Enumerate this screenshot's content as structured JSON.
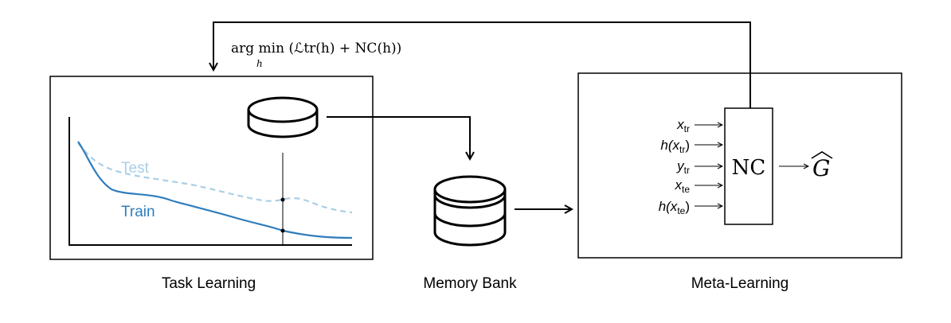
{
  "loop_label": "arg min (ℒtr(h) + NC(h))",
  "loop_label_sub": "h",
  "panels": {
    "task_learning": "Task Learning",
    "memory_bank": "Memory Bank",
    "meta_learning": "Meta-Learning"
  },
  "curves": {
    "test_label": "Test",
    "train_label": "Train",
    "test_color": "#a9cfe6",
    "train_color": "#2f7dbd"
  },
  "nc": {
    "label": "NC",
    "inputs": [
      "x",
      "h(x",
      "y",
      "x",
      "h(x"
    ],
    "input_subs": [
      "tr",
      "tr",
      "tr",
      "te",
      "te"
    ],
    "input_suffix": [
      "",
      ")",
      "",
      "",
      ")"
    ],
    "output": "G"
  }
}
